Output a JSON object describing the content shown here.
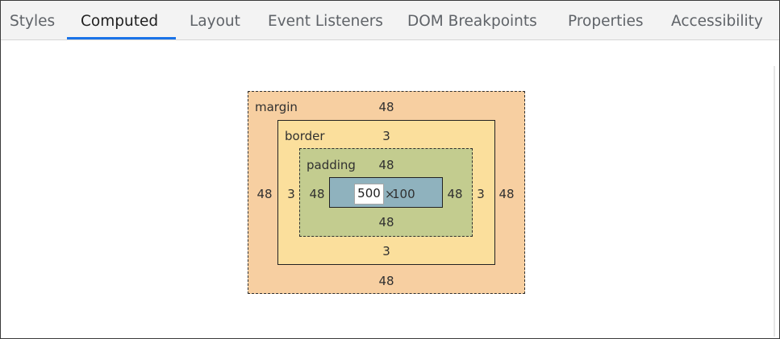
{
  "tabs": [
    {
      "label": "Styles"
    },
    {
      "label": "Computed",
      "active": true
    },
    {
      "label": "Layout"
    },
    {
      "label": "Event Listeners"
    },
    {
      "label": "DOM Breakpoints"
    },
    {
      "label": "Properties"
    },
    {
      "label": "Accessibility"
    }
  ],
  "box_model": {
    "margin": {
      "label": "margin",
      "top": "48",
      "right": "48",
      "bottom": "48",
      "left": "48"
    },
    "border": {
      "label": "border",
      "top": "3",
      "right": "3",
      "bottom": "3",
      "left": "3"
    },
    "padding": {
      "label": "padding",
      "top": "48",
      "right": "48",
      "bottom": "48",
      "left": "48"
    },
    "content": {
      "width": "500",
      "separator": "×",
      "height": "100"
    }
  },
  "colors": {
    "margin": "#f7cfa1",
    "border": "#fbdf9c",
    "padding": "#c3cc8f",
    "content": "#8fb2be",
    "accent": "#1a73e8"
  }
}
